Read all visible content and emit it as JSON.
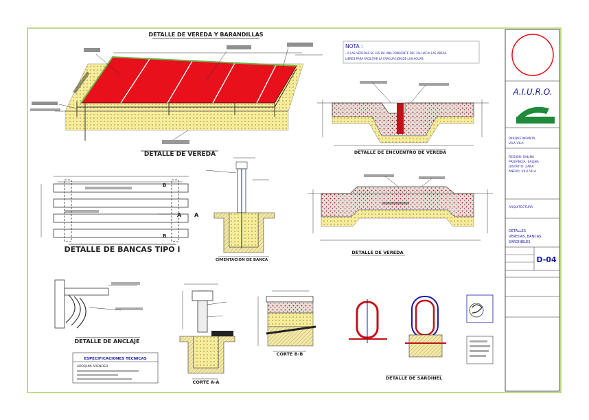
{
  "sheet": {
    "titles": {
      "vereda_baranda": "DETALLE DE VEREDA Y BARANDILLAS",
      "vereda_main": "DETALLE DE VEREDA",
      "encuentro": "DETALLE DE ENCUENTRO DE VEREDA",
      "vereda_right": "DETALLE DE VEREDA",
      "bancas": "DETALLE DE BANCAS TIPO I",
      "cimentacion": "CIMENTACION DE BANCA",
      "anclaje": "DETALLE DE ANCLAJE",
      "corte_aa": "CORTE A-A",
      "corte_bb": "CORTE B-B",
      "sardinel": "DETALLE DE SARDINEL"
    },
    "note": {
      "heading": "NOTA :",
      "line1": "- A LAS VEREDAS SE LES DA UNA PENDIENTE DEL 2% HACIA LAS AREAS",
      "line2": "LIBRES PARA FACILITAR LA EVACUACION DE LAS AGUAS"
    },
    "specs": {
      "heading": "ESPECIFICACIONES TECNICAS",
      "sub": "ADOQUIN ARENOSO"
    },
    "section_marks": {
      "a": "A",
      "b": "B"
    },
    "title_block": {
      "company": "A.I.U.R.O.",
      "sheet_code": "D-04",
      "lines_project": [
        "PARQUE INFANTIL",
        "VILA VILA"
      ],
      "lines_location": [
        "REGION: SALINA",
        "PROVINCIA: SALINA",
        "DISTRITO: ZANA",
        "ANEXO: VILA VILA"
      ],
      "specialty": "ARQUITECTURA",
      "lines_sheet": [
        "DETALLES",
        "VEREDAS, BANCAS,",
        "SARDINELES"
      ]
    }
  },
  "colors": {
    "frame": "#a8d15c",
    "red_fill": "#e8101a",
    "concrete": "#d8c9c9",
    "gravel": "#f7ec9a",
    "dark": "#222222",
    "blue": "#1919a8",
    "logo_green": "#1f8a3a"
  }
}
